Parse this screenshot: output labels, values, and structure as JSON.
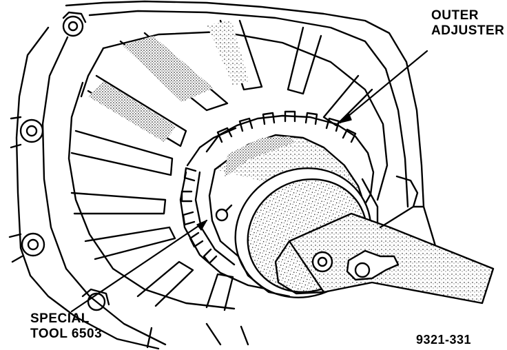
{
  "labels": {
    "outer_adjuster": [
      "OUTER",
      "ADJUSTER"
    ],
    "special_tool": [
      "SPECIAL",
      "TOOL 6503"
    ],
    "figure_number": "9321-331"
  },
  "colors": {
    "ink": "#000000",
    "paper": "#ffffff"
  }
}
